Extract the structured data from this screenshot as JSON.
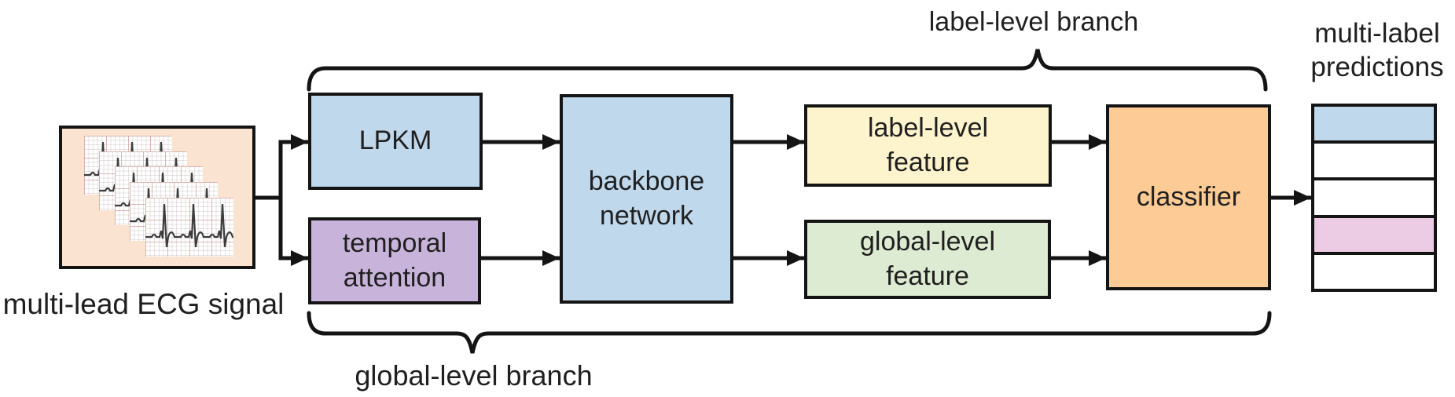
{
  "input": {
    "caption": "multi-lead ECG signal"
  },
  "nodes": {
    "lpkm": {
      "label": "LPKM"
    },
    "temporal_attention": {
      "label": "temporal\nattention"
    },
    "backbone": {
      "label": "backbone\nnetwork"
    },
    "label_feature": {
      "label": "label-level\nfeature"
    },
    "global_feature": {
      "label": "global-level\nfeature"
    },
    "classifier": {
      "label": "classifier"
    }
  },
  "branches": {
    "label_level": {
      "label": "label-level branch"
    },
    "global_level": {
      "label": "global-level branch"
    }
  },
  "output": {
    "caption": "multi-label\npredictions",
    "rows": [
      {
        "color": "#bfd8ec"
      },
      {
        "color": "#ffffff"
      },
      {
        "color": "#ffffff"
      },
      {
        "color": "#ebcce4"
      },
      {
        "color": "#ffffff"
      }
    ]
  },
  "colors": {
    "box_blue": "#bfd8ec",
    "box_purple": "#c8b4da",
    "box_yellow": "#fdf3cd",
    "box_green": "#dcebd2",
    "box_orange": "#fccb96",
    "ecg_panel": "#fae3d0",
    "outline": "#141414"
  }
}
